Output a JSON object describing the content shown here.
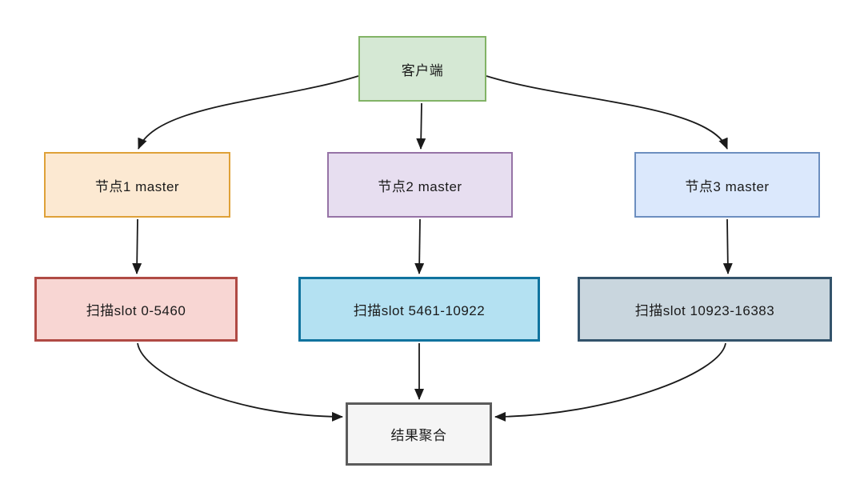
{
  "diagram": {
    "description": "Redis cluster scan flow diagram",
    "nodes": [
      {
        "id": "client",
        "label": "客户端",
        "fill": "#d5e8d4",
        "stroke": "#82b366"
      },
      {
        "id": "node1",
        "label": "节点1 master",
        "fill": "#fce9d2",
        "stroke": "#dfa138"
      },
      {
        "id": "node2",
        "label": "节点2 master",
        "fill": "#e7def0",
        "stroke": "#9673a6"
      },
      {
        "id": "node3",
        "label": "节点3 master",
        "fill": "#dbe8fc",
        "stroke": "#6c8ebf"
      },
      {
        "id": "scan1",
        "label": "扫描slot 0-5460",
        "fill": "#f8d6d3",
        "stroke": "#b04a44"
      },
      {
        "id": "scan2",
        "label": "扫描slot 5461-10922",
        "fill": "#b4e1f2",
        "stroke": "#10739e"
      },
      {
        "id": "scan3",
        "label": "扫描slot 10923-16383",
        "fill": "#c9d6de",
        "stroke": "#33536b"
      },
      {
        "id": "result",
        "label": "结果聚合",
        "fill": "#f5f5f5",
        "stroke": "#5b5b5b"
      }
    ],
    "edges": [
      {
        "from": "client",
        "to": "node1"
      },
      {
        "from": "client",
        "to": "node2"
      },
      {
        "from": "client",
        "to": "node3"
      },
      {
        "from": "node1",
        "to": "scan1"
      },
      {
        "from": "node2",
        "to": "scan2"
      },
      {
        "from": "node3",
        "to": "scan3"
      },
      {
        "from": "scan1",
        "to": "result"
      },
      {
        "from": "scan2",
        "to": "result"
      },
      {
        "from": "scan3",
        "to": "result"
      }
    ]
  },
  "colors": {
    "background": "#ffffff",
    "arrow": "#1a1a1a",
    "text": "#1a1a1a"
  }
}
